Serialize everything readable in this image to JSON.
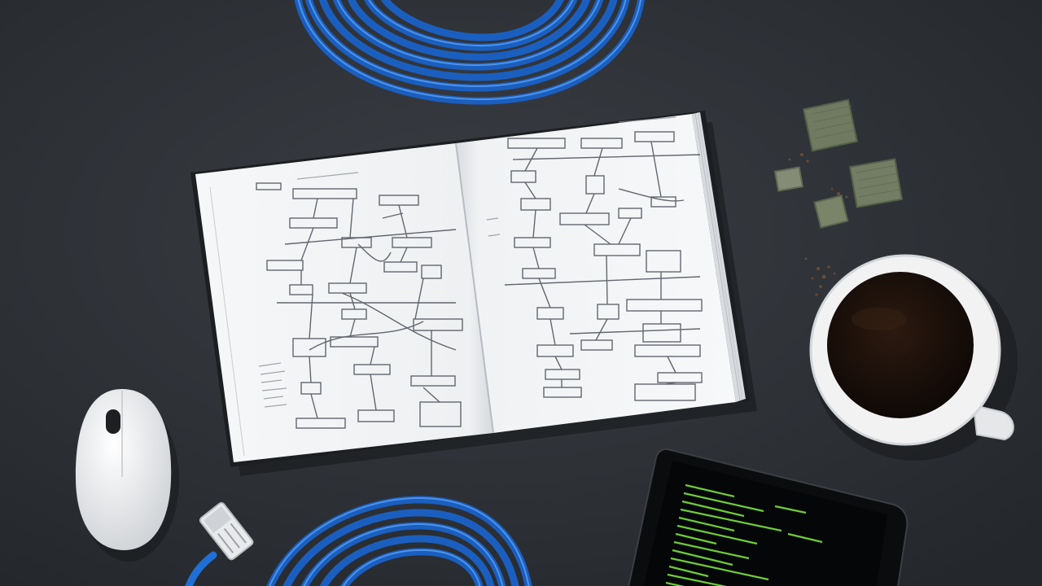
{
  "scene": {
    "surface": "dark-desk",
    "objects": [
      "blue-ethernet-cable",
      "open-notebook",
      "network-diagram-sketch",
      "coffee-cup",
      "computer-mouse",
      "rj45-plug",
      "tablet-terminal",
      "heatsink-chips",
      "coffee-grounds"
    ]
  },
  "colors": {
    "desk": "#2b2e33",
    "cable": "#1f6fd6",
    "cable_highlight": "#4f98f0",
    "paper": "#f3f4f6",
    "ink": "#4a4f57",
    "coffee": "#1a100b",
    "cup": "#f2f2f2",
    "terminal_text": "#79e33c",
    "chip": "#7a8468"
  }
}
